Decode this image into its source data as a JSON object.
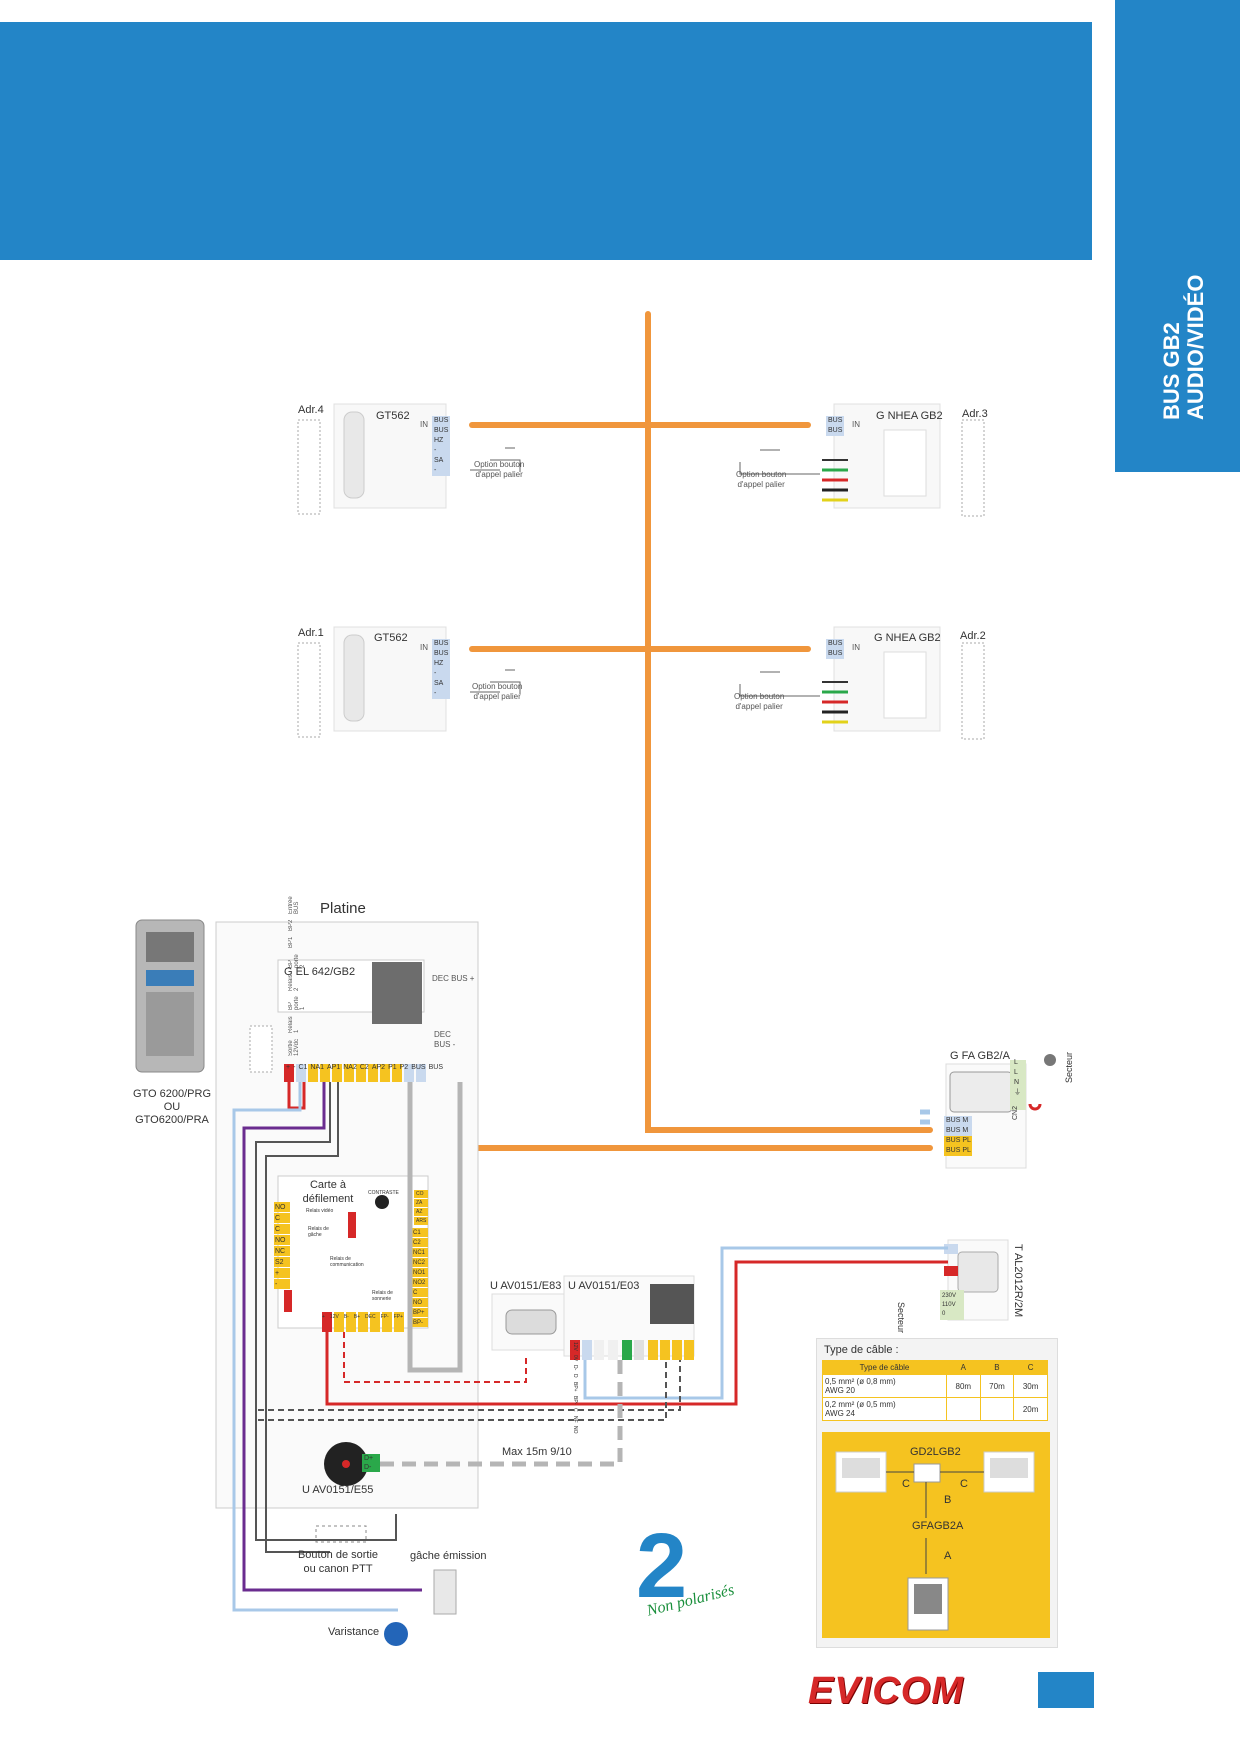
{
  "sidebar": {
    "line1": "BUS GB2",
    "line2": "AUDIO/VIDÉO"
  },
  "brand": "EVICOM",
  "colors": {
    "accent": "#2385c7",
    "bus_orange": "#f0963c",
    "wire_red": "#d62828",
    "wire_purple": "#6a2c8f",
    "wire_lightblue": "#a8c8e8",
    "terminal_yellow": "#f5c320",
    "terminal_blue": "#c9d9ee"
  },
  "units": {
    "adr4": {
      "adr": "Adr.4",
      "model": "GT562",
      "terms": [
        "BUS",
        "BUS",
        "HZ",
        "-",
        "SA",
        "-"
      ],
      "option": [
        "Option bouton",
        "d'appel palier"
      ],
      "in": "IN"
    },
    "adr3": {
      "adr": "Adr.3",
      "model": "G NHEA GB2",
      "terms": [
        "BUS",
        "BUS"
      ],
      "option": [
        "Option bouton",
        "d'appel palier"
      ],
      "in": "IN"
    },
    "adr1": {
      "adr": "Adr.1",
      "model": "GT562",
      "terms": [
        "BUS",
        "BUS",
        "HZ",
        "-",
        "SA",
        "-"
      ],
      "option": [
        "Option bouton",
        "d'appel palier"
      ],
      "in": "IN"
    },
    "adr2": {
      "adr": "Adr.2",
      "model": "G NHEA GB2",
      "terms": [
        "BUS",
        "BUS"
      ],
      "option": [
        "Option bouton",
        "d'appel palier"
      ],
      "in": "IN"
    }
  },
  "platine": {
    "title": "Platine",
    "module": "G EL 642/GB2",
    "dec_bus_plus": "DEC BUS +",
    "dec_bus_minus": [
      "DEC",
      "BUS -"
    ],
    "outdoor": [
      "GTO 6200/PRG",
      "OU",
      "GTO6200/PRA"
    ],
    "col_labels": [
      "Sortie 12Vdc",
      "Relais 1",
      "BP porte 1",
      "Relais 2",
      "BP porte 2",
      "BP1",
      "BP2",
      "Entrée BUS"
    ],
    "terminals": [
      "+",
      "-",
      "C1",
      "NA1",
      "AP1",
      "NA2",
      "C2",
      "AP2",
      "P1",
      "P2",
      "BUS",
      "BUS"
    ]
  },
  "carte": {
    "title": [
      "Carte à",
      "défilement"
    ],
    "contraste": "CONTRASTE",
    "left_terms": [
      "NO",
      "C",
      "C",
      "NO",
      "NC",
      "S2",
      "+",
      "-"
    ],
    "left_labels": [
      "Relais vidéo",
      "Relais de gâche"
    ],
    "right_terms_top": [
      "CO",
      "ZA",
      "AZ",
      "ARS"
    ],
    "right_terms": [
      "C1",
      "C2",
      "NC1",
      "NC2",
      "NO1",
      "NO2",
      "C",
      "NO",
      "BP+",
      "BP-"
    ],
    "mid_labels": [
      "Relais de communication",
      "Relais de sonnerie"
    ],
    "bottom_terms": [
      "+",
      "12V",
      "B-",
      "B+",
      "DEC",
      "FP-",
      "FP+"
    ]
  },
  "gfa": {
    "model": "G FA GB2/A",
    "secteur": "Secteur",
    "power": [
      "L",
      "L",
      "N",
      "⏚"
    ],
    "cn2": "CN2",
    "bus": [
      "BUS M",
      "BUS M",
      "BUS PL",
      "BUS PL"
    ]
  },
  "tal": {
    "model": "T AL2012R/2M",
    "secteur": "Secteur",
    "volts": [
      "230V",
      "110V",
      "0"
    ]
  },
  "uav": {
    "e83": "U AV0151/E83",
    "e03": "U AV0151/E03",
    "e55": "U AV0151/E55",
    "e03_terms": [
      "12V",
      "0V",
      "D-",
      "D",
      "BP+",
      "BP-",
      "C",
      "NF",
      "NO"
    ],
    "e55_terms": [
      "D+",
      "D-"
    ],
    "max": "Max 15m 9/10"
  },
  "bottom": {
    "bouton": [
      "Bouton de sortie",
      "ou canon PTT"
    ],
    "gache": "gâche émission",
    "varistance": "Varistance"
  },
  "cable": {
    "title": "Type de câble :",
    "headers": [
      "Type de câble",
      "A",
      "B",
      "C"
    ],
    "rows": [
      {
        "type": [
          "0,5 mm² (ø 0,8 mm)",
          "AWG 20"
        ],
        "a": "80m",
        "b": "70m",
        "c": "30m"
      },
      {
        "type": [
          "0,2 mm² (ø 0,5 mm)",
          "AWG 24"
        ],
        "a": "",
        "b": "",
        "c": "20m"
      }
    ],
    "diagram": {
      "gd": "GD2LGB2",
      "gfa": "GFAGB2A",
      "a": "A",
      "b": "B",
      "c1": "C",
      "c2": "C"
    }
  },
  "logo": {
    "text": "Non polarisés",
    "number": "2"
  }
}
